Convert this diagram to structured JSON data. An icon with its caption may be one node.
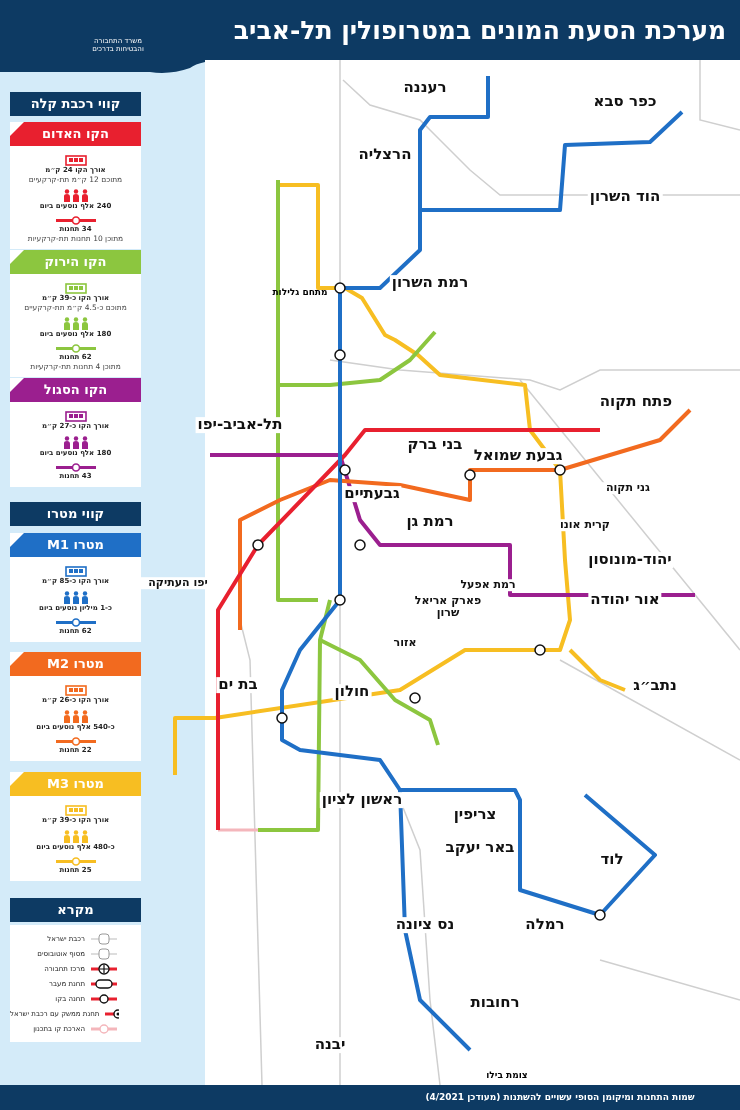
{
  "diagram": {
    "title": "מערכת הסעת המונים במטרופולין תל-אביב",
    "nodes": [
      {
        "text": [
          "הקו האדום",
          "אורך הקו 24 ק״מ",
          "מתוכם 12 ק״מ תת-קרקעיים",
          "240 אלף נוסעים ביום",
          "34 תחנות",
          "מתוכן 10 תחנות תת-קרקעיות"
        ]
      },
      {
        "text": [
          "הקו הירוק",
          "אורך הקו כ-39 ק״מ",
          "מתוכם כ-4.5 ק״מ תת-קרקעיים",
          "180 אלף נוסעים ביום",
          "62 תחנות",
          "מתוכן 4 תחנות תת-קרקעיות"
        ]
      },
      {
        "text": [
          "הקו הסגול",
          "אורך הקו כ-27 ק״מ",
          "180 אלף נוסעים ביום",
          "43 תחנות"
        ]
      },
      {
        "text": [
          "מטרו M1",
          "אורך הקו כ-85 ק״מ",
          "כ-1 מיליון נוסעים ביום",
          "62 תחנות"
        ]
      },
      {
        "text": [
          "מטרו M2",
          "אורך הקו כ-26 ק״מ",
          "כ-540 אלף נוסעים ביום",
          "22 תחנות"
        ]
      },
      {
        "text": [
          "מטרו M3",
          "אורך הקו כ-39 ק״מ",
          "כ-480 אלף נוסעים ביום",
          "25 תחנות"
        ]
      }
    ],
    "labels": [
      "משרד התחבורה והבטיחות בדרכים",
      "קווי רכבת קלה",
      "קווי מטרו",
      "מקרא",
      "רעננה",
      "כפר סבא",
      "הרצליה",
      "הוד השרון",
      "רמת השרון",
      "מתחם גלילות",
      "פתח תקוה",
      "תל-אביב-יפו",
      "בני ברק",
      "גבעת שמואל",
      "גבעתיים",
      "גני תקוה",
      "רמת גן",
      "קרית אונו",
      "יהוד-מונוסון",
      "יפו העתיקה",
      "רמת אפעל",
      "פארק אריאל שרון",
      "אור יהודה",
      "אזור",
      "בת ים",
      "חולון",
      "נתב״ג",
      "ראשון לציון",
      "צריפין",
      "באר יעקב",
      "לוד",
      "רמלה",
      "נס ציונה",
      "רחובות",
      "יבנה",
      "צומת בילו",
      "שמות התחנות ומיקומן הסופי עשויים להשתנות (מעודכן 4/2021)"
    ],
    "legend": [
      {
        "text": "רכבת ישראל"
      },
      {
        "text": "מסוף אוטובוסים"
      },
      {
        "text": "מרכז תחבורה"
      },
      {
        "text": "תחנת מעבר"
      },
      {
        "text": "תחנה בקו"
      },
      {
        "text": "תחנת ממשק עם רכבת ישראל"
      },
      {
        "text": "הארכת קו בתכנון"
      }
    ]
  }
}
